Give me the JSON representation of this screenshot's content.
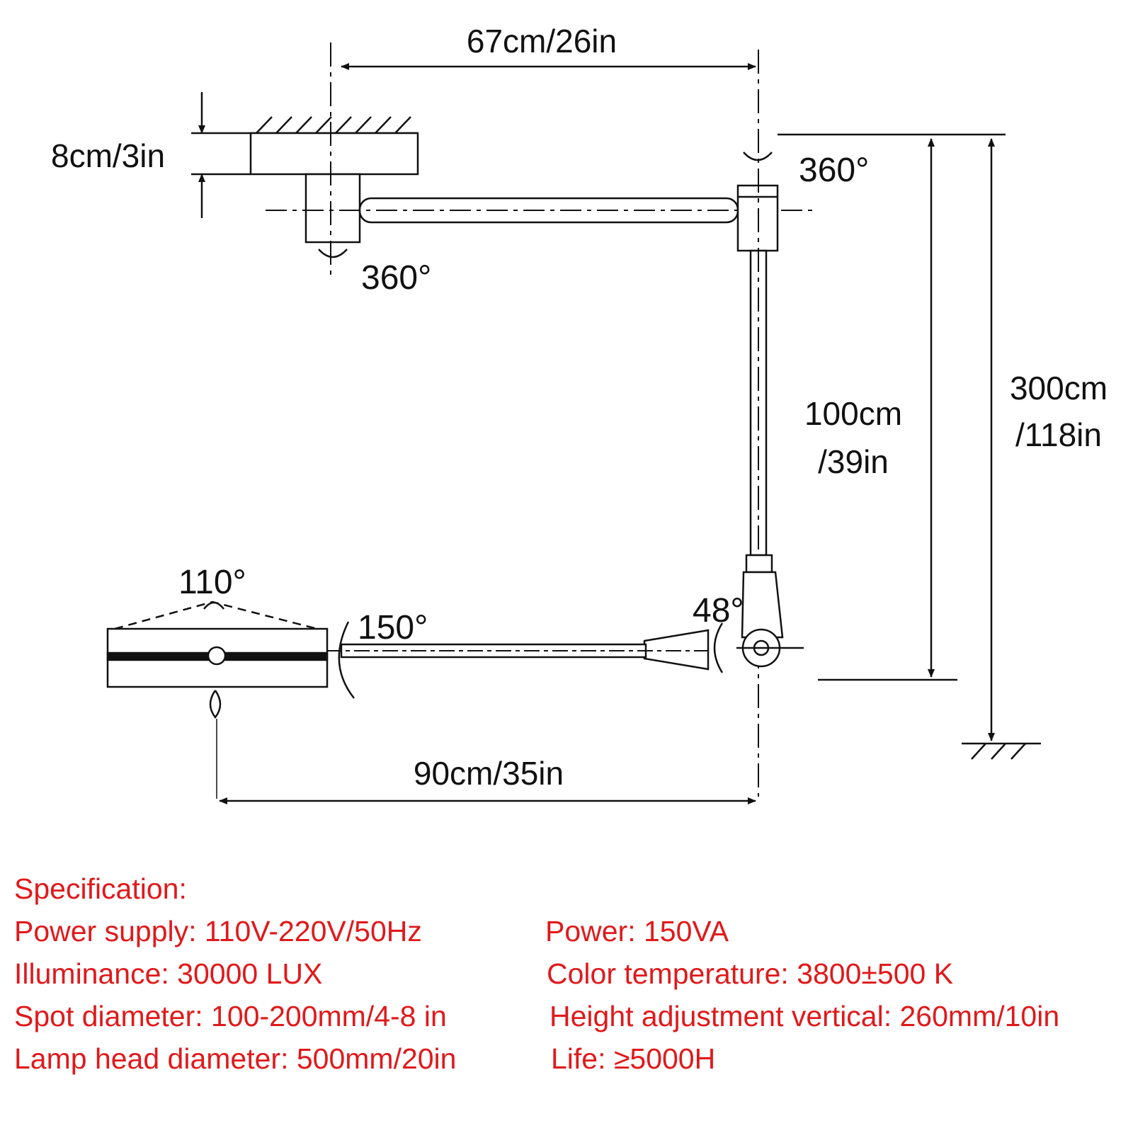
{
  "diagram": {
    "dimensions": {
      "top_width": "67cm/26in",
      "base_thickness": "8cm/3in",
      "vertical_arm_line1": "100cm",
      "vertical_arm_line2": "/39in",
      "total_height_line1": "300cm",
      "total_height_line2": "/118in",
      "horizontal_arm": "90cm/35in"
    },
    "angles": {
      "top_right_rotation": "360°",
      "base_rotation": "360°",
      "lamp_tilt": "110°",
      "lamp_swing": "150°",
      "joint_angle": "48°"
    },
    "colors": {
      "line": "#111111",
      "fill": "#ffffff"
    }
  },
  "spec": {
    "title": "Specification:",
    "left": [
      "Power supply: 110V-220V/50Hz",
      "Illuminance: 30000 LUX",
      "Spot diameter: 100-200mm/4-8 in",
      "Lamp head diameter: 500mm/20in"
    ],
    "right": [
      "Power: 150VA",
      "Color temperature: 3800±500 K",
      "Height adjustment vertical: 260mm/10in",
      "Life: ≥5000H"
    ],
    "color": "#e0191b"
  }
}
